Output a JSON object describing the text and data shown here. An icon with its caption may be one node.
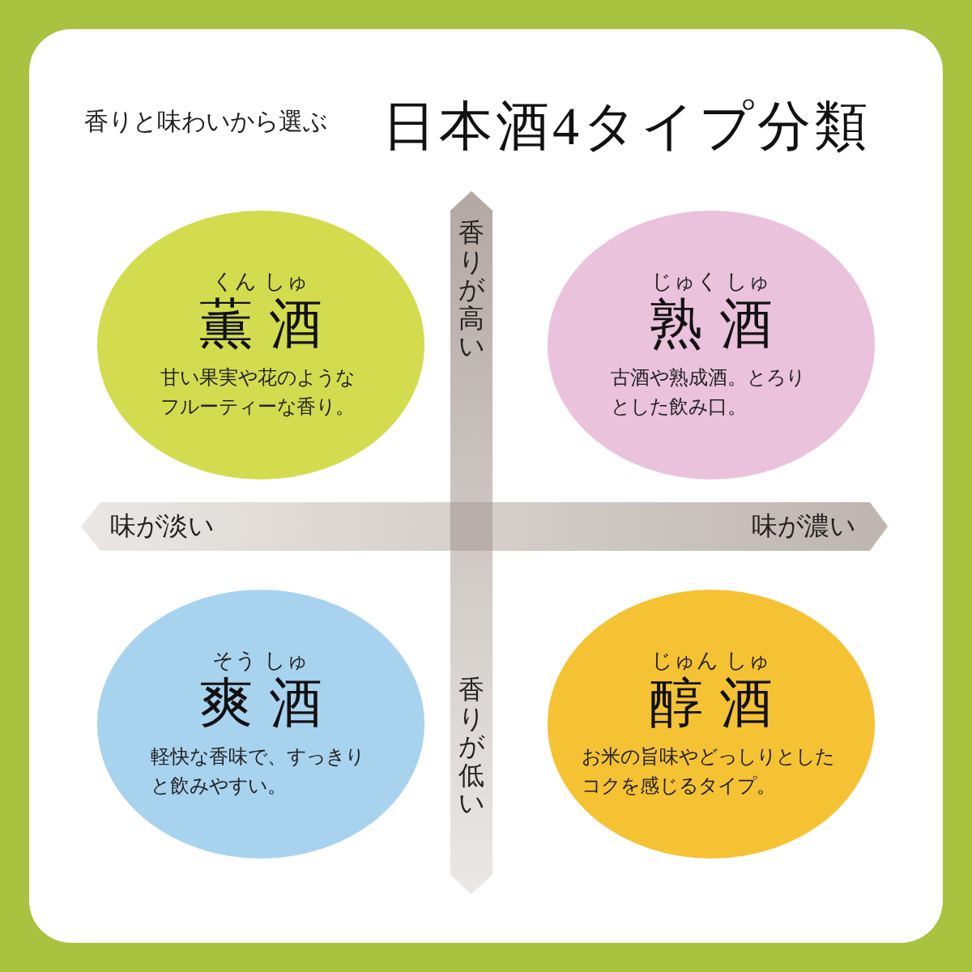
{
  "diagram": {
    "title": "日本酒4タイプ分類",
    "nodes": [
      {
        "text": [
          "くん しゅ",
          "薫酒",
          "甘い果実や花のようなフルーティーな香り。"
        ]
      },
      {
        "text": [
          "じゅく しゅ",
          "熟酒",
          "古酒や熟成酒。とろりとした飲み口。"
        ]
      },
      {
        "text": [
          "そう しゅ",
          "爽酒",
          "軽快な香味で、すっきりと飲みやすい。"
        ]
      },
      {
        "text": [
          "じゅん しゅ",
          "醇酒",
          "お米の旨味やどっしりとしたコクを感じるタイプ。"
        ]
      }
    ],
    "labels": [
      "香りと味わいから選ぶ",
      "香りが高い",
      "味が淡い",
      "味が濃い",
      "香りが低い"
    ]
  }
}
